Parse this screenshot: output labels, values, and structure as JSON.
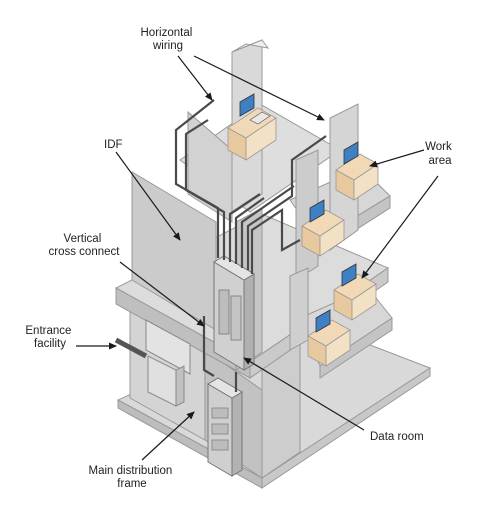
{
  "labels": {
    "horizontal_wiring": [
      "Horizontal",
      "wiring"
    ],
    "idf": "IDF",
    "work_area": [
      "Work",
      "area"
    ],
    "vertical_cross_connect": [
      "Vertical",
      "cross connect"
    ],
    "entrance_facility": [
      "Entrance",
      "facility"
    ],
    "data_room": "Data room",
    "main_distribution_frame": [
      "Main distribution",
      "frame"
    ]
  },
  "colors": {
    "wall_light": "#e6e6e6",
    "wall_mid": "#cfcfcf",
    "wall_dark": "#b9b9b9",
    "desk": "#f1d9b8",
    "monitor": "#3f7fc4",
    "cable": "#4a4a4a"
  }
}
